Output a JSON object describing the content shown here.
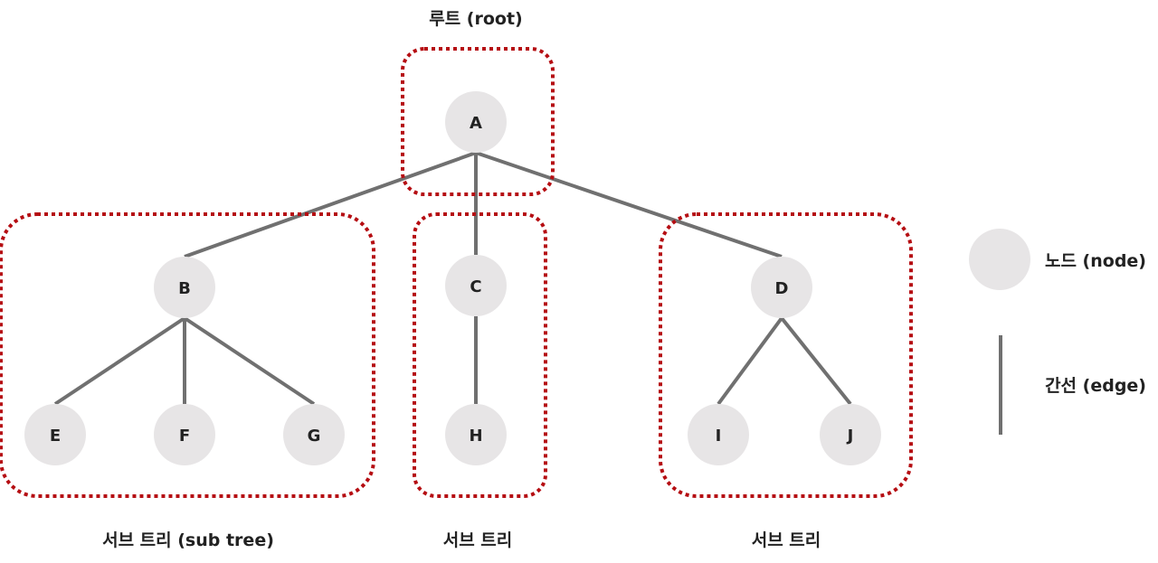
{
  "diagram": {
    "title": "루트 (root)",
    "nodes": [
      {
        "id": "A",
        "label": "A"
      },
      {
        "id": "B",
        "label": "B"
      },
      {
        "id": "C",
        "label": "C"
      },
      {
        "id": "D",
        "label": "D"
      },
      {
        "id": "E",
        "label": "E"
      },
      {
        "id": "F",
        "label": "F"
      },
      {
        "id": "G",
        "label": "G"
      },
      {
        "id": "H",
        "label": "H"
      },
      {
        "id": "I",
        "label": "I"
      },
      {
        "id": "J",
        "label": "J"
      }
    ],
    "edges": [
      {
        "from": "A",
        "to": "B"
      },
      {
        "from": "A",
        "to": "C"
      },
      {
        "from": "A",
        "to": "D"
      },
      {
        "from": "B",
        "to": "E"
      },
      {
        "from": "B",
        "to": "F"
      },
      {
        "from": "B",
        "to": "G"
      },
      {
        "from": "C",
        "to": "H"
      },
      {
        "from": "D",
        "to": "I"
      },
      {
        "from": "D",
        "to": "J"
      }
    ],
    "subtree_labels": [
      "서브 트리 (sub tree)",
      "서브 트리",
      "서브 트리"
    ],
    "legend": {
      "node_label": "노드 (node)",
      "edge_label": "간선 (edge)"
    },
    "colors": {
      "node_fill": "#e7e5e6",
      "edge": "#707070",
      "highlight_border": "#b50d12",
      "text": "#222222"
    }
  }
}
